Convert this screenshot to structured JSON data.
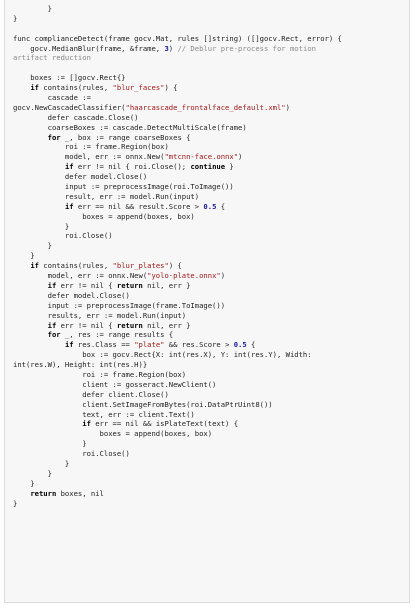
{
  "code_lines": [
    [
      [
        "        }",
        "t"
      ]
    ],
    [
      [
        "}",
        "t"
      ]
    ],
    [
      [
        "",
        "t"
      ]
    ],
    [
      [
        "func complianceDetect(frame gocv.Mat, rules []string) ([]gocv.Rect, error) {",
        "t"
      ]
    ],
    [
      [
        "    gocv.MedianBlur(frame, &frame, ",
        "t"
      ],
      [
        "3",
        "num"
      ],
      [
        ") ",
        "t"
      ],
      [
        "// Deblur pre-process for motion",
        "cm"
      ]
    ],
    [
      [
        "artifact reduction",
        "cm"
      ]
    ],
    [
      [
        "",
        "t"
      ]
    ],
    [
      [
        "    boxes := []gocv.Rect{}",
        "t"
      ]
    ],
    [
      [
        "    ",
        "t"
      ],
      [
        "if",
        "kw"
      ],
      [
        " contains(rules, ",
        "t"
      ],
      [
        "\"blur_faces\"",
        "str"
      ],
      [
        ") {",
        "t"
      ]
    ],
    [
      [
        "        cascade :=",
        "t"
      ]
    ],
    [
      [
        "gocv.NewCascadeClassifier(",
        "t"
      ],
      [
        "\"haarcascade_frontalface_default.xml\"",
        "str"
      ],
      [
        ")",
        "t"
      ]
    ],
    [
      [
        "        defer cascade.Close()",
        "t"
      ]
    ],
    [
      [
        "        coarseBoxes := cascade.DetectMultiScale(frame)",
        "t"
      ]
    ],
    [
      [
        "        ",
        "t"
      ],
      [
        "for",
        "kw"
      ],
      [
        " _, box := range coarseBoxes {",
        "t"
      ]
    ],
    [
      [
        "            roi := frame.Region(box)",
        "t"
      ]
    ],
    [
      [
        "            model, err := onnx.New(",
        "t"
      ],
      [
        "\"mtcnn-face.onnx\"",
        "str"
      ],
      [
        ")",
        "t"
      ]
    ],
    [
      [
        "            ",
        "t"
      ],
      [
        "if",
        "kw"
      ],
      [
        " err != nil { roi.Close(); ",
        "t"
      ],
      [
        "continue",
        "kw"
      ],
      [
        " }",
        "t"
      ]
    ],
    [
      [
        "            defer model.Close()",
        "t"
      ]
    ],
    [
      [
        "            input := preprocessImage(roi.ToImage())",
        "t"
      ]
    ],
    [
      [
        "            result, err := model.Run(input)",
        "t"
      ]
    ],
    [
      [
        "            ",
        "t"
      ],
      [
        "if",
        "kw"
      ],
      [
        " err == nil && result.Score > ",
        "t"
      ],
      [
        "0.5",
        "num"
      ],
      [
        " {",
        "t"
      ]
    ],
    [
      [
        "                boxes = append(boxes, box)",
        "t"
      ]
    ],
    [
      [
        "            }",
        "t"
      ]
    ],
    [
      [
        "            roi.Close()",
        "t"
      ]
    ],
    [
      [
        "        }",
        "t"
      ]
    ],
    [
      [
        "    }",
        "t"
      ]
    ],
    [
      [
        "    ",
        "t"
      ],
      [
        "if",
        "kw"
      ],
      [
        " contains(rules, ",
        "t"
      ],
      [
        "\"blur_plates\"",
        "str"
      ],
      [
        ") {",
        "t"
      ]
    ],
    [
      [
        "        model, err := onnx.New(",
        "t"
      ],
      [
        "\"yolo-plate.onnx\"",
        "str"
      ],
      [
        ")",
        "t"
      ]
    ],
    [
      [
        "        ",
        "t"
      ],
      [
        "if",
        "kw"
      ],
      [
        " err != nil { ",
        "t"
      ],
      [
        "return",
        "kw"
      ],
      [
        " nil, err }",
        "t"
      ]
    ],
    [
      [
        "        defer model.Close()",
        "t"
      ]
    ],
    [
      [
        "        input := preprocessImage(frame.ToImage())",
        "t"
      ]
    ],
    [
      [
        "        results, err := model.Run(input)",
        "t"
      ]
    ],
    [
      [
        "        ",
        "t"
      ],
      [
        "if",
        "kw"
      ],
      [
        " err != nil { ",
        "t"
      ],
      [
        "return",
        "kw"
      ],
      [
        " nil, err }",
        "t"
      ]
    ],
    [
      [
        "        ",
        "t"
      ],
      [
        "for",
        "kw"
      ],
      [
        " _, res := range results {",
        "t"
      ]
    ],
    [
      [
        "            ",
        "t"
      ],
      [
        "if",
        "kw"
      ],
      [
        " res.Class == ",
        "t"
      ],
      [
        "\"plate\"",
        "str"
      ],
      [
        " && res.Score > ",
        "t"
      ],
      [
        "0.5",
        "num"
      ],
      [
        " {",
        "t"
      ]
    ],
    [
      [
        "                box := gocv.Rect{X: int(res.X), Y: int(res.Y), Width:",
        "t"
      ]
    ],
    [
      [
        "int(res.W), Height: int(res.H)}",
        "t"
      ]
    ],
    [
      [
        "                roi := frame.Region(box)",
        "t"
      ]
    ],
    [
      [
        "                client := gosseract.NewClient()",
        "t"
      ]
    ],
    [
      [
        "                defer client.Close()",
        "t"
      ]
    ],
    [
      [
        "                client.SetImageFromBytes(roi.DataPtrUint8())",
        "t"
      ]
    ],
    [
      [
        "                text, err := client.Text()",
        "t"
      ]
    ],
    [
      [
        "                ",
        "t"
      ],
      [
        "if",
        "kw"
      ],
      [
        " err == nil && isPlateText(text) {",
        "t"
      ]
    ],
    [
      [
        "                    boxes = append(boxes, box)",
        "t"
      ]
    ],
    [
      [
        "                }",
        "t"
      ]
    ],
    [
      [
        "                roi.Close()",
        "t"
      ]
    ],
    [
      [
        "            }",
        "t"
      ]
    ],
    [
      [
        "        }",
        "t"
      ]
    ],
    [
      [
        "    }",
        "t"
      ]
    ],
    [
      [
        "    ",
        "t"
      ],
      [
        "return",
        "kw"
      ],
      [
        " boxes, nil",
        "t"
      ]
    ],
    [
      [
        "}",
        "t"
      ]
    ]
  ],
  "colors": {
    "code_background": "#f7f7f7",
    "code_border": "#dcdcdc",
    "text": "#222222",
    "string": "#a31515",
    "number": "#1a1aa6",
    "comment": "#8a8a8a"
  },
  "footer": {
    "left": "",
    "right": ""
  }
}
